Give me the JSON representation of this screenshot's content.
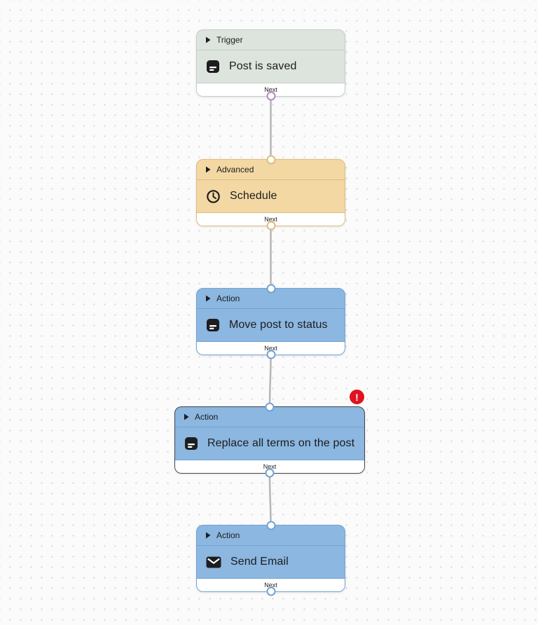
{
  "nodes": [
    {
      "category": "Trigger",
      "label": "Post is saved",
      "icon": "post-icon",
      "next_label": "Next",
      "theme": "trigger",
      "has_input_port": false,
      "output_port_color": "purple"
    },
    {
      "category": "Advanced",
      "label": "Schedule",
      "icon": "clock-icon",
      "next_label": "Next",
      "theme": "advanced",
      "has_input_port": true
    },
    {
      "category": "Action",
      "label": "Move post to status",
      "icon": "post-icon",
      "next_label": "Next",
      "theme": "action",
      "has_input_port": true
    },
    {
      "category": "Action",
      "label": "Replace all terms on the post",
      "icon": "post-icon",
      "next_label": "Next",
      "theme": "action",
      "has_input_port": true,
      "selected": true,
      "error_badge": "!"
    },
    {
      "category": "Action",
      "label": "Send Email",
      "icon": "email-icon",
      "next_label": "Next",
      "theme": "action",
      "has_input_port": true
    }
  ],
  "icons": {
    "header_triangle": "right-pointing-triangle",
    "post-icon": "document-note",
    "clock-icon": "clock",
    "email-icon": "envelope",
    "error-icon": "exclamation-mark"
  },
  "colors": {
    "canvas_bg": "#fbfbfb",
    "grid_dot": "#e0e0e0",
    "text": "#1c1c1e",
    "connector_line": "#b6b6b6",
    "footer_bg": "#ffffff",
    "trigger_fill": "#dde3dd",
    "trigger_border": "#c5cec5",
    "advanced_fill": "#f3d8a3",
    "advanced_border": "#ddbc80",
    "action_fill": "#8bb7e0",
    "action_border": "#72a3d4",
    "selected_border": "#43474b",
    "port_purple": "#b18ac2",
    "error_red": "#df1420",
    "icon_dark": "#1d1d1f"
  }
}
